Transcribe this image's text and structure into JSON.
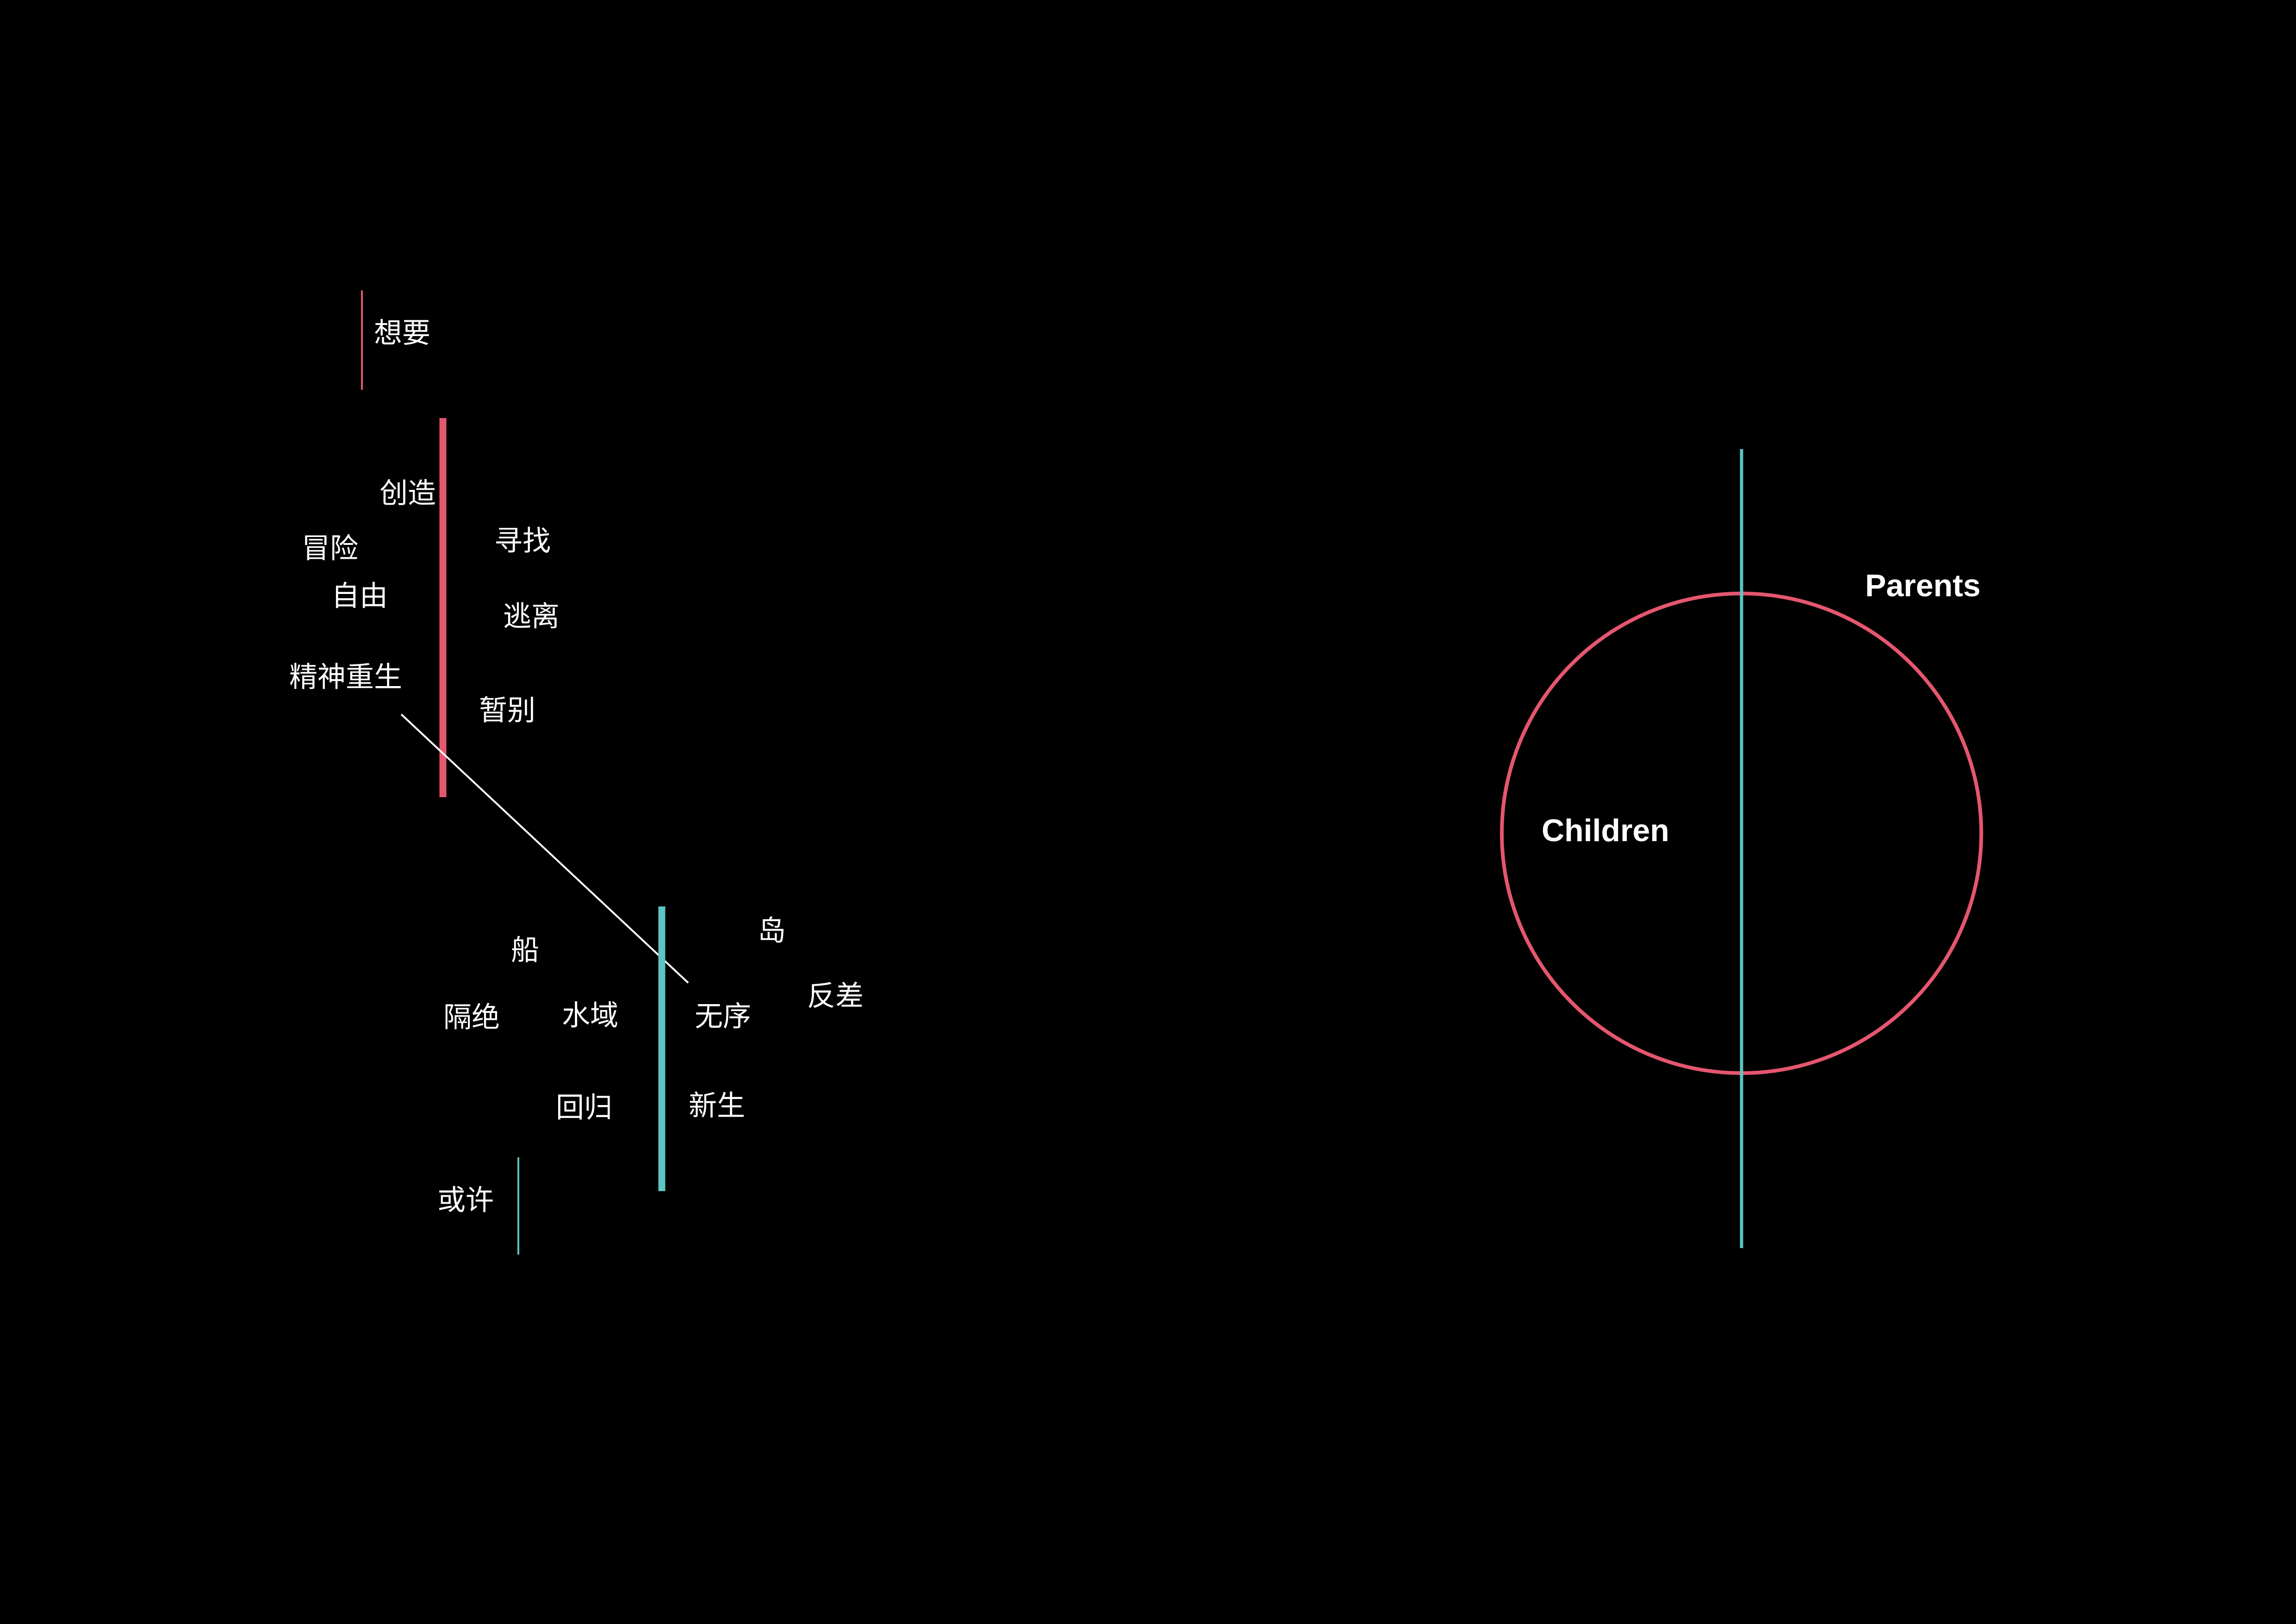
{
  "colors": {
    "background": "#000000",
    "pink": "#e5566f",
    "teal": "#5cc4c1",
    "text": "#ffffff"
  },
  "left_diagram": {
    "top_label": "想要",
    "pink_group": {
      "left_words": [
        "创造",
        "冒险",
        "自由",
        "精神重生"
      ],
      "right_words": [
        "寻找",
        "逃离",
        "暂别"
      ]
    },
    "teal_group": {
      "left_words": [
        "船",
        "隔绝",
        "水域",
        "回归"
      ],
      "right_words": [
        "岛",
        "无序",
        "反差",
        "新生"
      ]
    },
    "bottom_label": "或许"
  },
  "right_diagram": {
    "label_parents": "Parents",
    "label_children": "Children"
  }
}
